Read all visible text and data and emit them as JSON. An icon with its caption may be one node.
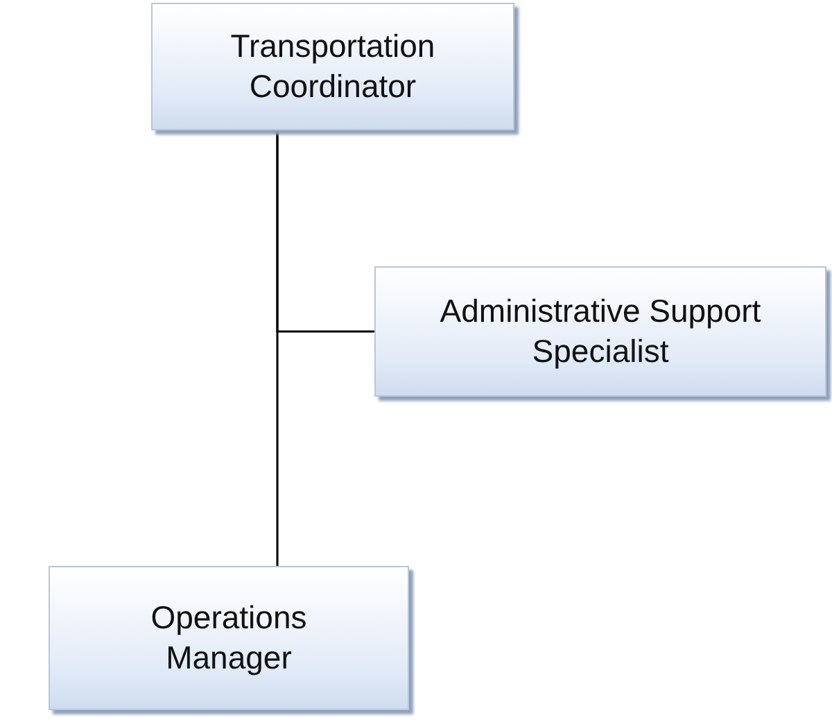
{
  "diagram": {
    "nodes": [
      {
        "text": [
          "Transportation Coordinator"
        ]
      },
      {
        "text": [
          "Administrative Support Specialist"
        ]
      },
      {
        "text": [
          "Operations Manager"
        ]
      }
    ],
    "edges": [
      {
        "from": 0,
        "to": 1,
        "arrow": "none"
      },
      {
        "from": 0,
        "to": 2,
        "arrow": "none"
      }
    ]
  }
}
